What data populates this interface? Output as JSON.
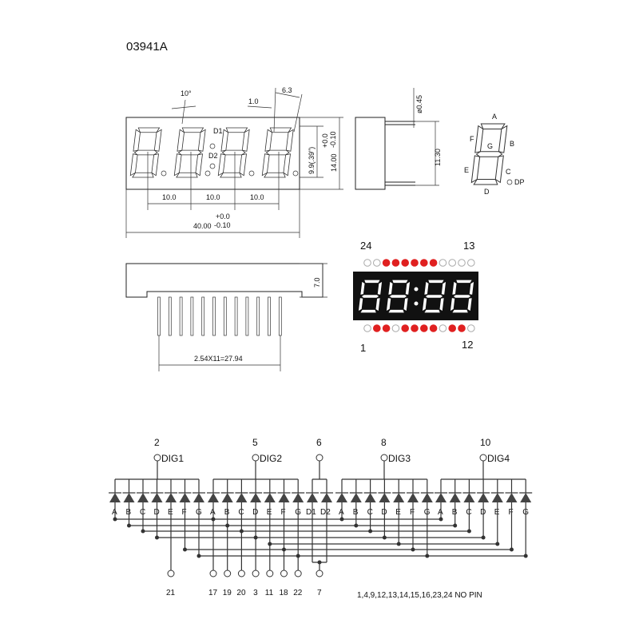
{
  "part_number": "03941A",
  "dimensions": {
    "tilt": "10°",
    "segment_width": "1.0",
    "digit_width": "6.3",
    "digit_pitch": [
      "10.0",
      "10.0",
      "10.0"
    ],
    "total_width": "40.00",
    "total_width_tol_plus": "+0.0",
    "total_width_tol_minus": "-0.10",
    "digit_height": "9.9(.39\")",
    "total_height": "14.00",
    "total_height_tol_plus": "+0.0",
    "total_height_tol_minus": "-0.10",
    "pin_diameter": "ø0.45",
    "pin_length": "11.30",
    "depth": "7.0",
    "pin_pitch": "2.54X11=27.94",
    "dp_labels": [
      "D1",
      "D2"
    ]
  },
  "segment_labels": {
    "a": "A",
    "b": "B",
    "c": "C",
    "d": "D",
    "e": "E",
    "f": "F",
    "g": "G",
    "dp": "DP"
  },
  "pinout_view": {
    "top_left": "24",
    "top_right": "13",
    "bottom_left": "1",
    "bottom_right": "12",
    "top_pins_active": [
      false,
      false,
      true,
      true,
      true,
      true,
      true,
      true,
      false,
      false,
      false,
      false
    ],
    "bottom_pins_active": [
      false,
      true,
      true,
      false,
      true,
      true,
      true,
      true,
      false,
      true,
      true,
      false
    ],
    "active_color": "#e02020"
  },
  "schematic": {
    "commons": [
      {
        "pin": "2",
        "label": "DIG1"
      },
      {
        "pin": "5",
        "label": "DIG2"
      },
      {
        "pin": "6",
        "label": ""
      },
      {
        "pin": "8",
        "label": "DIG3"
      },
      {
        "pin": "10",
        "label": "DIG4"
      }
    ],
    "diode_labels": [
      "A",
      "B",
      "C",
      "D",
      "E",
      "F",
      "G",
      "A",
      "B",
      "C",
      "D",
      "E",
      "F",
      "G",
      "D1",
      "D2",
      "A",
      "B",
      "C",
      "D",
      "E",
      "F",
      "G",
      "A",
      "B",
      "C",
      "D",
      "E",
      "F",
      "G"
    ],
    "bottom_pins": [
      "21",
      "17",
      "19",
      "20",
      "3",
      "11",
      "18",
      "22",
      "7"
    ],
    "note": "1,4,9,12,13,14,15,16,23,24 NO PIN"
  }
}
